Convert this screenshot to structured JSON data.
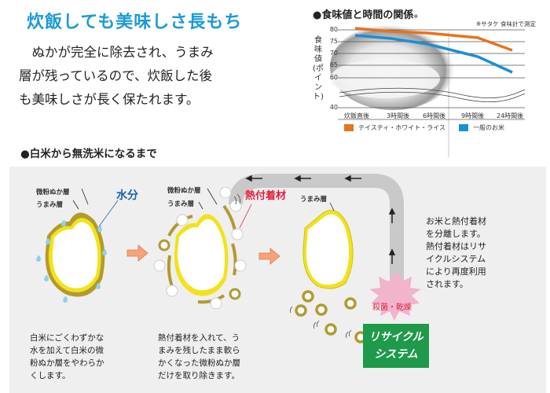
{
  "header": {
    "title": "炊飯しても美味しさ長もち",
    "intro_lines": [
      "　ぬかが完全に除去され、うまみ",
      "層が残っているので、炊飯した後",
      "も美味しさが長く保たれます。"
    ]
  },
  "chart_section": {
    "heading": "●食味値と時間の関係",
    "heading_mark": "※",
    "note": "※サタケ 食味計で測定",
    "ylabel": "食味値(ポイント)"
  },
  "chart_data": {
    "type": "line",
    "title": "食味値と時間の関係",
    "xlabel": "",
    "ylabel": "食味値(ポイント)",
    "categories": [
      "炊飯直後",
      "3時間後",
      "6時間後",
      "9時間後",
      "24時間後"
    ],
    "series": [
      {
        "name": "テイスティ・ホワイト・ライス",
        "color": "#e8731a",
        "values": [
          80.5,
          79,
          78.5,
          76.5,
          71
        ]
      },
      {
        "name": "一般のお米",
        "color": "#1a8fd6",
        "values": [
          78,
          77,
          75,
          71,
          62.5
        ]
      }
    ],
    "yticks": [
      80,
      75,
      70,
      65,
      60,
      40
    ],
    "ylim": [
      40,
      82
    ],
    "axis_break": true,
    "grid": true,
    "legend_position": "bottom"
  },
  "process_section": {
    "heading": "●白米から無洗米になるまで",
    "step1": {
      "label_bran": "微粉ぬか層",
      "label_umami": "うまみ層",
      "label_water": "水分",
      "desc": [
        "白米にごくわずかな",
        "水を加えて白米の微",
        "粉ぬか層をやわらか",
        "くします。"
      ]
    },
    "step2": {
      "label_bran": "微粉ぬか層",
      "label_umami": "うまみ層",
      "label_material": "熱付着材",
      "desc": [
        "熱付着材を入れて、う",
        "まみを残したまま軟ら",
        "かくなった微粉ぬか層",
        "だけを取り除きます。"
      ]
    },
    "step3": {
      "label_umami": "うまみ層"
    },
    "sterilize_label": "殺菌・乾燥",
    "recycle_label": [
      "リサイクル",
      "システム"
    ],
    "step4_desc": [
      "お米と熱付着材",
      "を分離します。",
      "熱付着材はリサ",
      "イクルシステム",
      "により再度利用",
      "されます。"
    ],
    "colors": {
      "bran": "#b39a2e",
      "umami": "#f2e21a",
      "water": "#8fd0ef",
      "arrow": "#f7a27a",
      "pipe": "#c9c9c9",
      "sterilize": "#f2b3cc",
      "recycle": "#1e9a4a",
      "material_label": "#e0203a",
      "water_label": "#1a5fb0"
    }
  }
}
